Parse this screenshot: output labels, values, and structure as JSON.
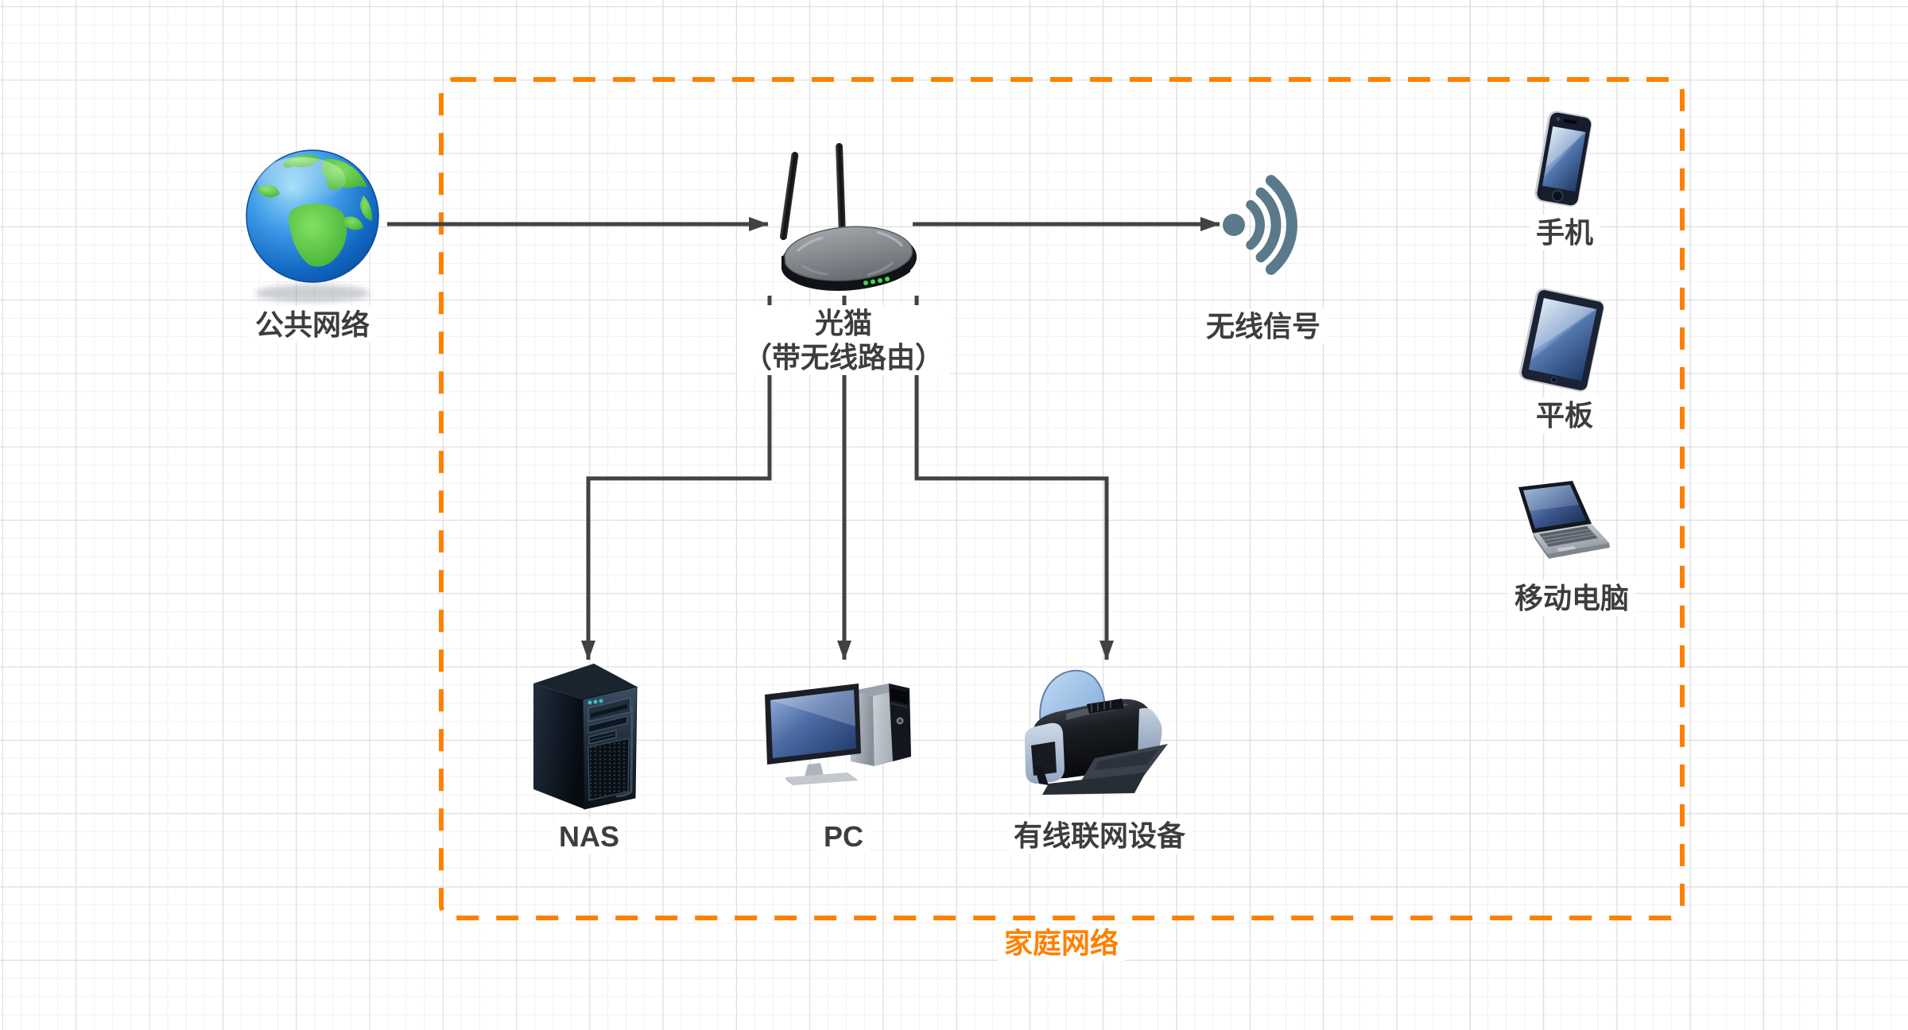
{
  "diagram": {
    "boundary_title": "家庭网络",
    "nodes": {
      "internet": {
        "label": "公共网络"
      },
      "modem": {
        "label_line1": "光猫",
        "label_line2": "（带无线路由）"
      },
      "wifi": {
        "label": "无线信号"
      },
      "nas": {
        "label": "NAS"
      },
      "pc": {
        "label": "PC"
      },
      "wired": {
        "label": "有线联网设备"
      },
      "phone": {
        "label": "手机"
      },
      "tablet": {
        "label": "平板"
      },
      "laptop": {
        "label": "移动电脑"
      }
    },
    "colors": {
      "boundary": "#ff8000",
      "connector": "#424242",
      "wifi_icon": "#5a7a8c",
      "label_text": "#3d3d3d"
    }
  }
}
